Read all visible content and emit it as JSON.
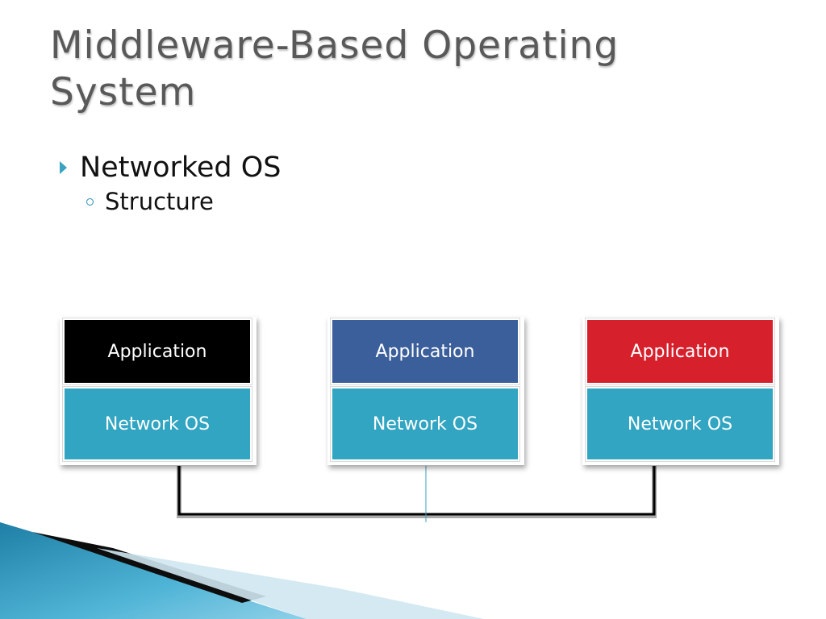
{
  "title": "Middleware-Based Operating System",
  "bullets": {
    "level1": "Networked OS",
    "level2": "Structure"
  },
  "stacks": [
    {
      "app_label": "Application",
      "os_label": "Network OS",
      "app_color": "#000000"
    },
    {
      "app_label": "Application",
      "os_label": "Network OS",
      "app_color": "#3b5f9b"
    },
    {
      "app_label": "Application",
      "os_label": "Network OS",
      "app_color": "#d6212d"
    }
  ],
  "colors": {
    "network_os": "#31a5c2",
    "accent": "#3aa3c0"
  }
}
